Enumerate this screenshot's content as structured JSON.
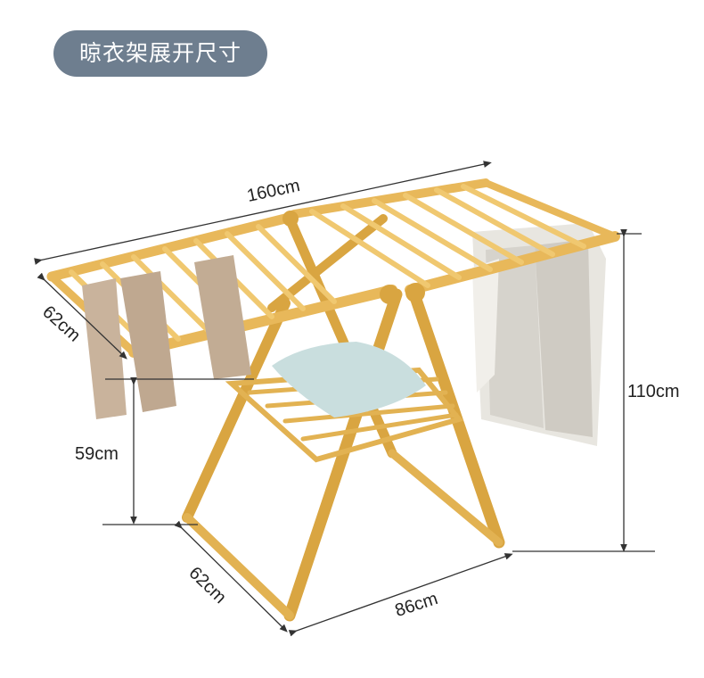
{
  "title": "晾衣架展开尺寸",
  "dimensions": {
    "total_length": "160cm",
    "top_width": "62cm",
    "shelf_height": "59cm",
    "base_depth": "62cm",
    "base_width": "86cm",
    "total_height": "110cm"
  },
  "colors": {
    "title_bg": "#6e7e8f",
    "frame_gold": "#d9a541",
    "frame_light": "#f0c870",
    "dimension_line": "#333333"
  }
}
